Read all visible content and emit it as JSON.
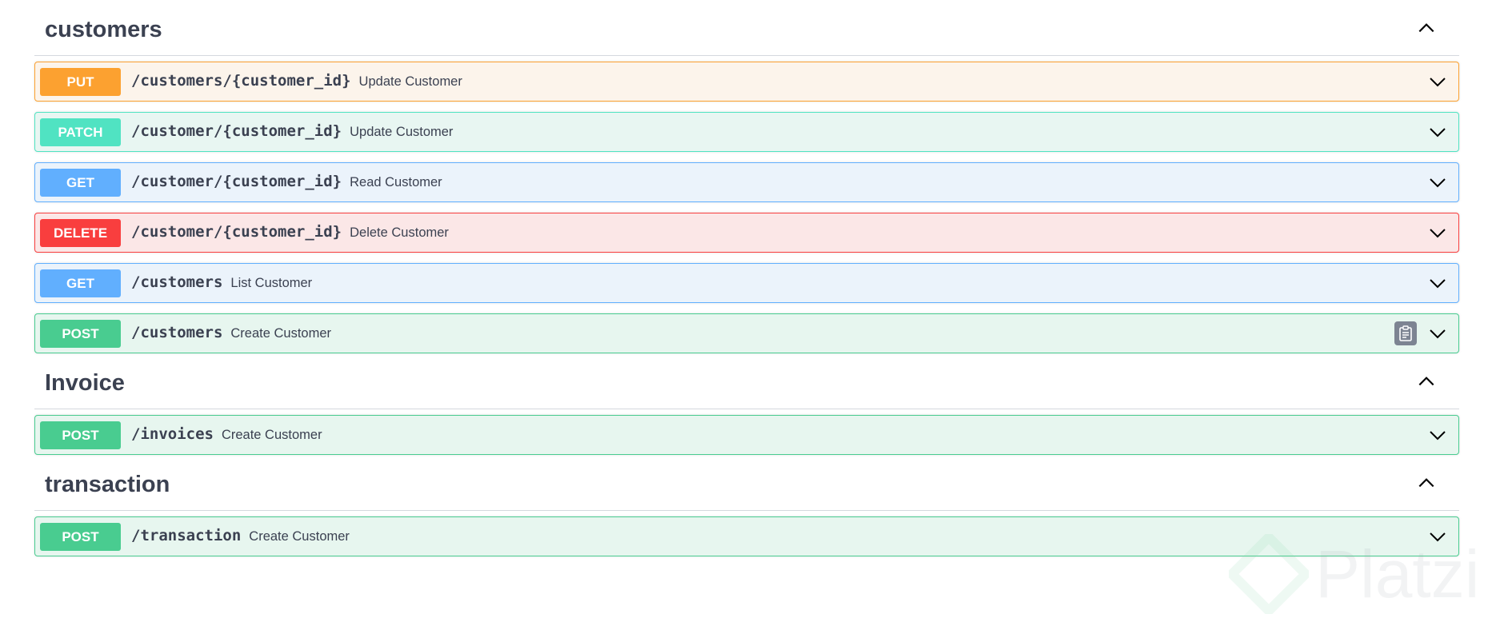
{
  "sections": [
    {
      "title": "customers",
      "operations": [
        {
          "method": "PUT",
          "path": "/customers/{customer_id}",
          "summary": "Update Customer"
        },
        {
          "method": "PATCH",
          "path": "/customer/{customer_id}",
          "summary": "Update Customer"
        },
        {
          "method": "GET",
          "path": "/customer/{customer_id}",
          "summary": "Read Customer"
        },
        {
          "method": "DELETE",
          "path": "/customer/{customer_id}",
          "summary": "Delete Customer"
        },
        {
          "method": "GET",
          "path": "/customers",
          "summary": "List Customer"
        },
        {
          "method": "POST",
          "path": "/customers",
          "summary": "Create Customer",
          "copy_icon": "clipboard-icon"
        }
      ]
    },
    {
      "title": "Invoice",
      "operations": [
        {
          "method": "POST",
          "path": "/invoices",
          "summary": "Create Customer"
        }
      ]
    },
    {
      "title": "transaction",
      "operations": [
        {
          "method": "POST",
          "path": "/transaction",
          "summary": "Create Customer"
        }
      ]
    }
  ],
  "watermark": {
    "text": "Platzi"
  },
  "colors": {
    "PUT": "#fca130",
    "PATCH": "#50e3c2",
    "GET": "#61affe",
    "DELETE": "#f93e3e",
    "POST": "#49cc90"
  }
}
